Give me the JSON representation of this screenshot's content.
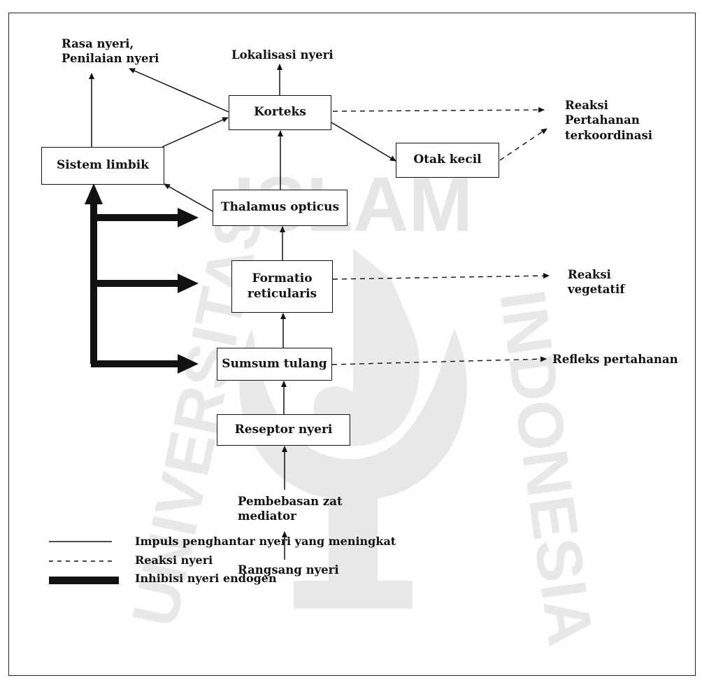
{
  "nodes": {
    "korteks": "Korteks",
    "sistem_limbik": "Sistem limbik",
    "otak_kecil": "Otak kecil",
    "thalamus": "Thalamus opticus",
    "formatio_line1": "Formatio",
    "formatio_line2": "reticularis",
    "sumsum": "Sumsum tulang",
    "reseptor": "Reseptor nyeri"
  },
  "labels": {
    "rasa_line1": "Rasa nyeri,",
    "rasa_line2": "Penilaian nyeri",
    "lokalisasi": "Lokalisasi nyeri",
    "reaksi_pert_line1": "Reaksi",
    "reaksi_pert_line2": "Pertahanan",
    "reaksi_pert_line3": "terkoordinasi",
    "reaksi_veg_line1": "Reaksi",
    "reaksi_veg_line2": "vegetatif",
    "refleks": "Refleks pertahanan",
    "pembebasan_line1": "Pembebasan zat",
    "pembebasan_line2": "mediator",
    "rangsang": "Rangsang nyeri"
  },
  "legend": {
    "solid": "Impuls penghantar nyeri yang meningkat",
    "dashed": "Reaksi nyeri",
    "thick": "Inhibisi nyeri endogen"
  },
  "watermark": {
    "text_top": "ISLAM",
    "text_left": "UNIVERSITAS",
    "text_right": "INDONESIA"
  },
  "colors": {
    "ink": "#111111",
    "watermark": "#e6e6e6"
  }
}
